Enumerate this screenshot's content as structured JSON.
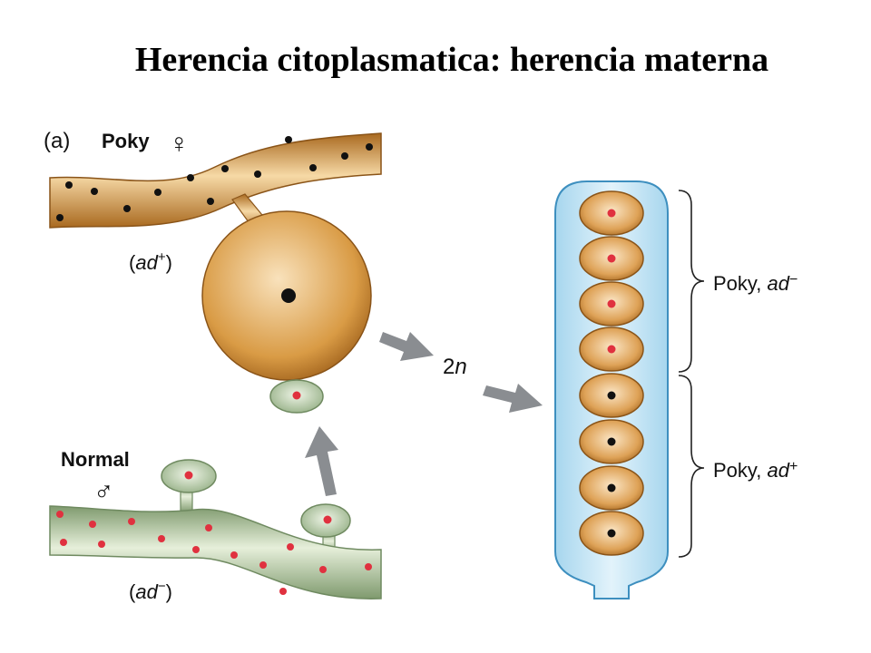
{
  "title": "Herencia citoplasmatica: herencia materna",
  "figure": {
    "panel_label": "(a)",
    "female": {
      "name": "Poky",
      "symbol": "♀",
      "genotype_text": "ad",
      "genotype_sup": "+"
    },
    "male": {
      "name": "Normal",
      "symbol": "♂",
      "genotype_text": "ad",
      "genotype_sup": "−"
    },
    "diploid_label": {
      "number": "2",
      "letter": "n"
    },
    "ascus_groups": [
      {
        "strain": "Poky, ",
        "allele": "ad",
        "sign": "−"
      },
      {
        "strain": "Poky, ",
        "allele": "ad",
        "sign": "+"
      }
    ]
  },
  "colors": {
    "poky_cytoplasm": "#c98a32",
    "normal_cytoplasm": "#9fb98f",
    "poky_mitochondria": "#111111",
    "normal_mitochondria": "#e0313f",
    "ascus": "#bfe3f5",
    "arrow": "#8a8d91"
  }
}
